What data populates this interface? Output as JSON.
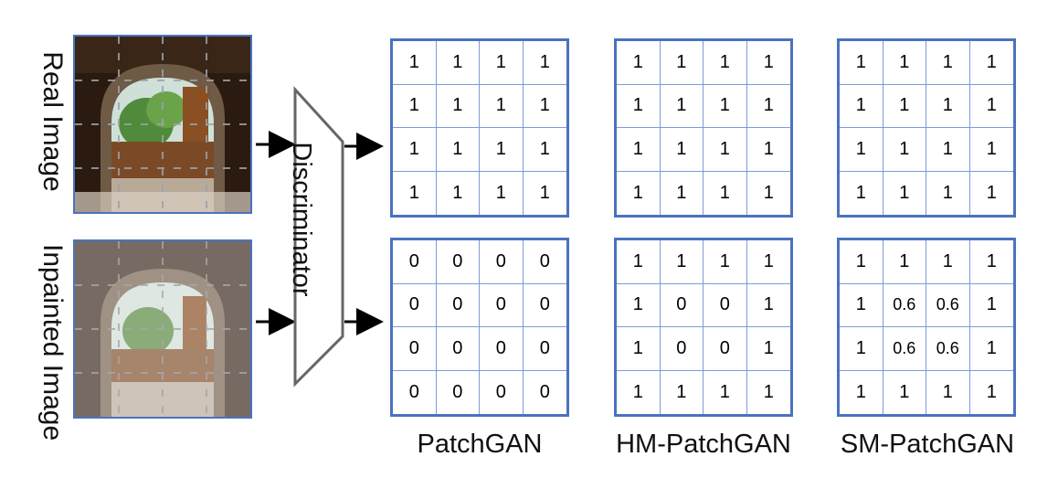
{
  "labels": {
    "real": "Real Image",
    "inpainted": "Inpainted Image",
    "discriminator": "Discriminator"
  },
  "captions": [
    "PatchGAN",
    "HM-PatchGAN",
    "SM-PatchGAN"
  ],
  "grids": {
    "patchgan_real": [
      [
        "1",
        "1",
        "1",
        "1"
      ],
      [
        "1",
        "1",
        "1",
        "1"
      ],
      [
        "1",
        "1",
        "1",
        "1"
      ],
      [
        "1",
        "1",
        "1",
        "1"
      ]
    ],
    "hm_real": [
      [
        "1",
        "1",
        "1",
        "1"
      ],
      [
        "1",
        "1",
        "1",
        "1"
      ],
      [
        "1",
        "1",
        "1",
        "1"
      ],
      [
        "1",
        "1",
        "1",
        "1"
      ]
    ],
    "sm_real": [
      [
        "1",
        "1",
        "1",
        "1"
      ],
      [
        "1",
        "1",
        "1",
        "1"
      ],
      [
        "1",
        "1",
        "1",
        "1"
      ],
      [
        "1",
        "1",
        "1",
        "1"
      ]
    ],
    "patchgan_fake": [
      [
        "0",
        "0",
        "0",
        "0"
      ],
      [
        "0",
        "0",
        "0",
        "0"
      ],
      [
        "0",
        "0",
        "0",
        "0"
      ],
      [
        "0",
        "0",
        "0",
        "0"
      ]
    ],
    "hm_fake": [
      [
        "1",
        "1",
        "1",
        "1"
      ],
      [
        "1",
        "0",
        "0",
        "1"
      ],
      [
        "1",
        "0",
        "0",
        "1"
      ],
      [
        "1",
        "1",
        "1",
        "1"
      ]
    ],
    "sm_fake": [
      [
        "1",
        "1",
        "1",
        "1"
      ],
      [
        "1",
        "0.6",
        "0.6",
        "1"
      ],
      [
        "1",
        "0.6",
        "0.6",
        "1"
      ],
      [
        "1",
        "1",
        "1",
        "1"
      ]
    ]
  },
  "colors": {
    "grid": "#4a73bf",
    "arrow": "#000000",
    "discriminator_stroke": "#666666"
  },
  "icons": [
    "arrow-right-icon"
  ]
}
